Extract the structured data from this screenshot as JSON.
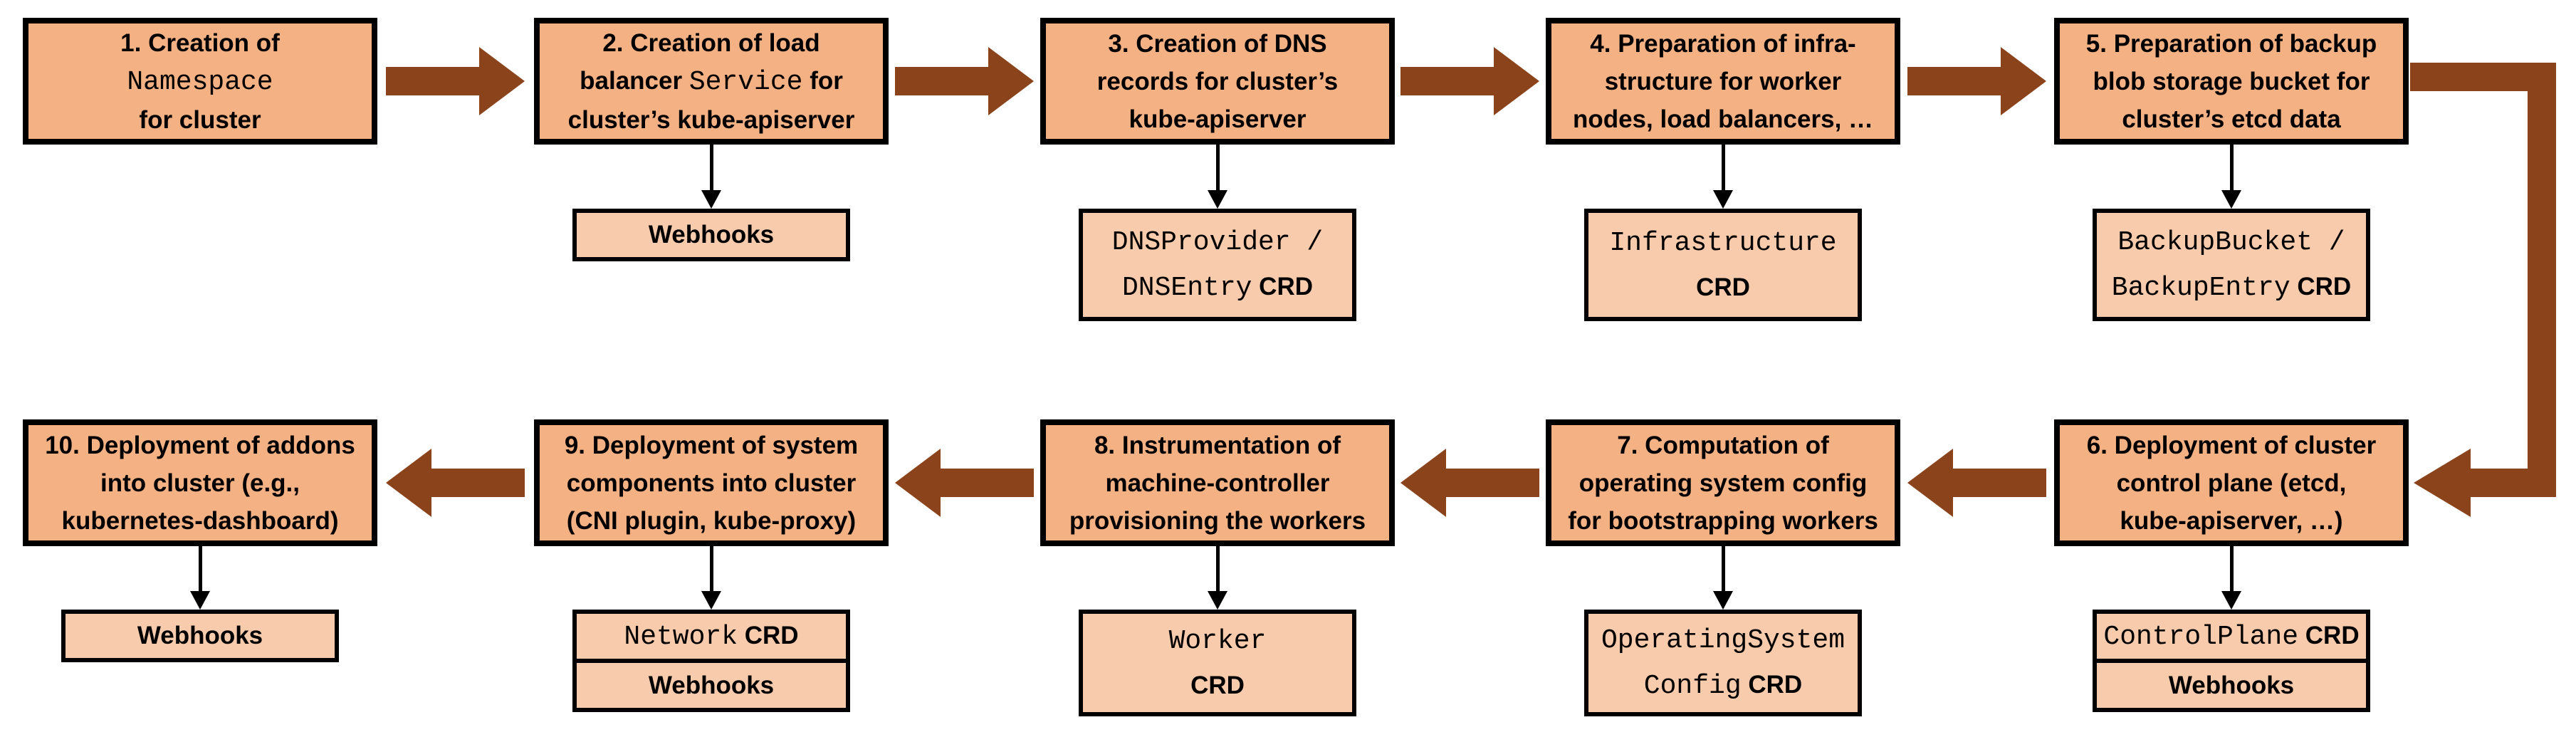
{
  "colors": {
    "main_box_fill": "#F4B183",
    "sub_box_fill": "#F8CBAD",
    "border": "#000000",
    "arrow_brown": "#8A431A",
    "connector_black": "#000000",
    "background": "#FFFFFF"
  },
  "flow": {
    "row1_direction": "left-to-right",
    "row2_direction": "right-to-left",
    "wrap_connector": "step-5-to-step-6"
  },
  "row1": [
    {
      "id": "1",
      "lines": [
        [
          {
            "t": "1. Creation of"
          }
        ],
        [
          {
            "t": "Namespace",
            "mono": true
          }
        ],
        [
          {
            "t": "for cluster"
          }
        ]
      ]
    },
    {
      "id": "2",
      "lines": [
        [
          {
            "t": "2. Creation of load"
          }
        ],
        [
          {
            "t": "balancer "
          },
          {
            "t": "Service",
            "mono": true
          },
          {
            "t": " for"
          }
        ],
        [
          {
            "t": "cluster’s kube-apiserver"
          }
        ]
      ],
      "sub": {
        "rows": [
          [
            {
              "t": "Webhooks"
            }
          ]
        ]
      }
    },
    {
      "id": "3",
      "lines": [
        [
          {
            "t": "3. Creation of DNS"
          }
        ],
        [
          {
            "t": "records for cluster’s"
          }
        ],
        [
          {
            "t": "kube-apiserver"
          }
        ]
      ],
      "sub": {
        "rows": [
          [
            {
              "t": "DNSProvider /",
              "mono": true
            }
          ],
          [
            {
              "t": "DNSEntry",
              "mono": true
            },
            {
              "t": " CRD"
            }
          ]
        ]
      }
    },
    {
      "id": "4",
      "lines": [
        [
          {
            "t": "4. Preparation of infra-"
          }
        ],
        [
          {
            "t": "structure for worker"
          }
        ],
        [
          {
            "t": "nodes, load balancers, …"
          }
        ]
      ],
      "sub": {
        "rows": [
          [
            {
              "t": "Infrastructure",
              "mono": true
            }
          ],
          [
            {
              "t": "CRD"
            }
          ]
        ]
      }
    },
    {
      "id": "5",
      "lines": [
        [
          {
            "t": "5. Preparation of backup"
          }
        ],
        [
          {
            "t": "blob storage bucket for"
          }
        ],
        [
          {
            "t": "cluster’s etcd data"
          }
        ]
      ],
      "sub": {
        "rows": [
          [
            {
              "t": "BackupBucket /",
              "mono": true
            }
          ],
          [
            {
              "t": "BackupEntry",
              "mono": true
            },
            {
              "t": " CRD"
            }
          ]
        ]
      }
    }
  ],
  "row2": [
    {
      "id": "10",
      "lines": [
        [
          {
            "t": "10. Deployment of addons"
          }
        ],
        [
          {
            "t": "into cluster (e.g.,"
          }
        ],
        [
          {
            "t": "kubernetes-dashboard)"
          }
        ]
      ],
      "sub": {
        "rows": [
          [
            {
              "t": "Webhooks"
            }
          ]
        ]
      }
    },
    {
      "id": "9",
      "lines": [
        [
          {
            "t": "9. Deployment of system"
          }
        ],
        [
          {
            "t": "components into cluster"
          }
        ],
        [
          {
            "t": "(CNI plugin, kube-proxy)"
          }
        ]
      ],
      "sub": {
        "stack": true,
        "rows": [
          [
            {
              "t": "Network",
              "mono": true
            },
            {
              "t": " CRD"
            }
          ],
          [
            {
              "t": "Webhooks"
            }
          ]
        ]
      }
    },
    {
      "id": "8",
      "lines": [
        [
          {
            "t": "8. Instrumentation of"
          }
        ],
        [
          {
            "t": "machine-controller"
          }
        ],
        [
          {
            "t": "provisioning the workers"
          }
        ]
      ],
      "sub": {
        "rows": [
          [
            {
              "t": "Worker",
              "mono": true
            }
          ],
          [
            {
              "t": "CRD"
            }
          ]
        ]
      }
    },
    {
      "id": "7",
      "lines": [
        [
          {
            "t": "7. Computation of"
          }
        ],
        [
          {
            "t": "operating system config"
          }
        ],
        [
          {
            "t": "for bootstrapping workers"
          }
        ]
      ],
      "sub": {
        "rows": [
          [
            {
              "t": "OperatingSystem",
              "mono": true
            }
          ],
          [
            {
              "t": "Config",
              "mono": true
            },
            {
              "t": " CRD"
            }
          ]
        ]
      }
    },
    {
      "id": "6",
      "lines": [
        [
          {
            "t": "6. Deployment of cluster"
          }
        ],
        [
          {
            "t": "control plane (etcd,"
          }
        ],
        [
          {
            "t": "kube-apiserver, …)"
          }
        ]
      ],
      "sub": {
        "stack": true,
        "rows": [
          [
            {
              "t": "ControlPlane",
              "mono": true
            },
            {
              "t": " CRD"
            }
          ],
          [
            {
              "t": "Webhooks"
            }
          ]
        ]
      }
    }
  ]
}
